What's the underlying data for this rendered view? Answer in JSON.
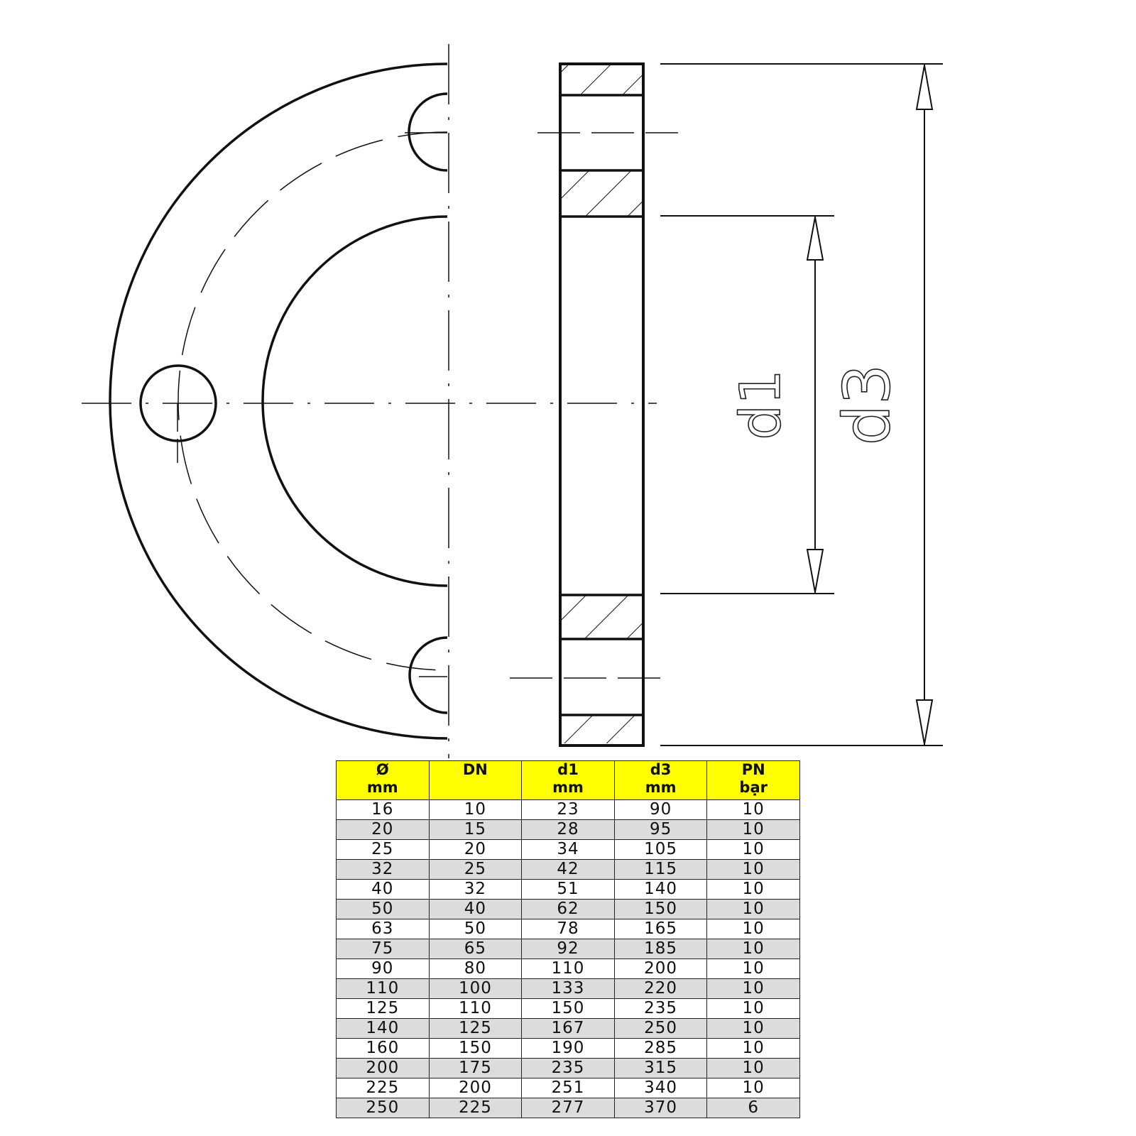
{
  "colors": {
    "header_bg": "#ffff00",
    "row_alt_bg": "#dcdcdc",
    "line": "#111111"
  },
  "drawing": {
    "label_d1": "d1",
    "label_d3": "d3"
  },
  "table": {
    "headers": [
      {
        "line1": "Ø",
        "line2": "mm"
      },
      {
        "line1": "DN",
        "line2": ""
      },
      {
        "line1": "d1",
        "line2": "mm"
      },
      {
        "line1": "d3",
        "line2": "mm"
      },
      {
        "line1": "PN",
        "line2": "bạr"
      }
    ],
    "rows": [
      [
        "16",
        "10",
        "23",
        "90",
        "10"
      ],
      [
        "20",
        "15",
        "28",
        "95",
        "10"
      ],
      [
        "25",
        "20",
        "34",
        "105",
        "10"
      ],
      [
        "32",
        "25",
        "42",
        "115",
        "10"
      ],
      [
        "40",
        "32",
        "51",
        "140",
        "10"
      ],
      [
        "50",
        "40",
        "62",
        "150",
        "10"
      ],
      [
        "63",
        "50",
        "78",
        "165",
        "10"
      ],
      [
        "75",
        "65",
        "92",
        "185",
        "10"
      ],
      [
        "90",
        "80",
        "110",
        "200",
        "10"
      ],
      [
        "110",
        "100",
        "133",
        "220",
        "10"
      ],
      [
        "125",
        "110",
        "150",
        "235",
        "10"
      ],
      [
        "140",
        "125",
        "167",
        "250",
        "10"
      ],
      [
        "160",
        "150",
        "190",
        "285",
        "10"
      ],
      [
        "200",
        "175",
        "235",
        "315",
        "10"
      ],
      [
        "225",
        "200",
        "251",
        "340",
        "10"
      ],
      [
        "250",
        "225",
        "277",
        "370",
        "6"
      ]
    ]
  }
}
